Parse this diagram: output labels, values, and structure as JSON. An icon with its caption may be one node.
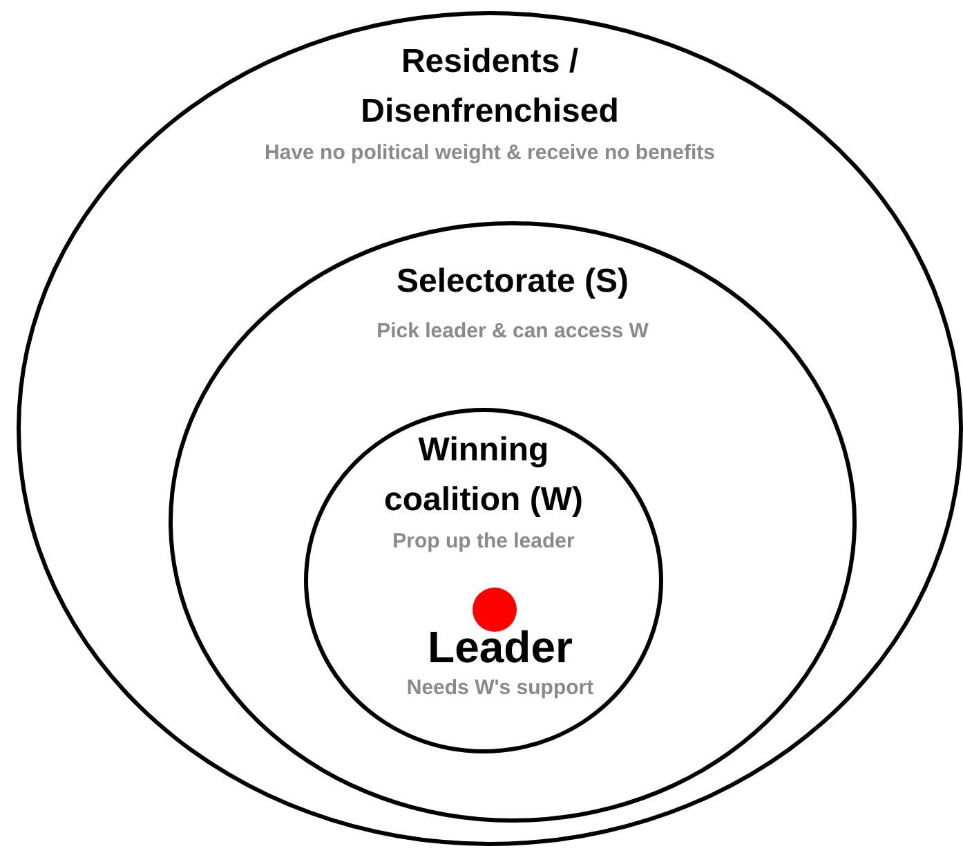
{
  "diagram": {
    "nodes": [
      {
        "text": [
          "Residents / Disenfrenchised",
          "Have no political weight & receive no benefits"
        ]
      },
      {
        "text": [
          "Selectorate (S)",
          "Pick leader & can access W"
        ],
        "in": 0
      },
      {
        "text": [
          "Winning coalition (W)",
          "Prop up the leader"
        ],
        "in": 1
      },
      {
        "text": [
          "Leader",
          "Needs W's support"
        ],
        "in": 2
      }
    ]
  }
}
